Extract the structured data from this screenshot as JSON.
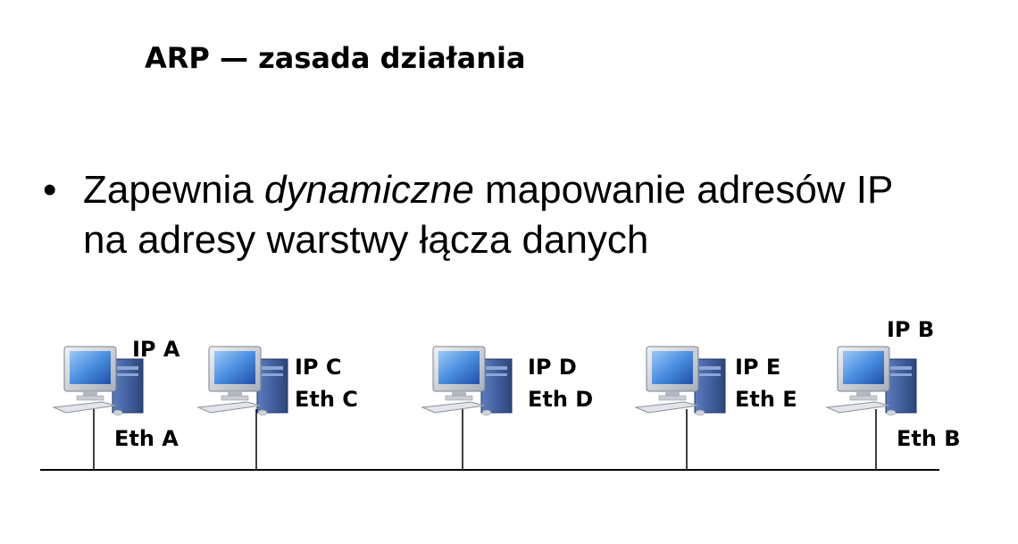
{
  "title": "ARP — zasada działania",
  "bullet": {
    "marker": "•",
    "before": "Zapewnia ",
    "emphasis": "dynamiczne",
    "after": " mapowanie adresów IP",
    "line2": "na adresy warstwy łącza danych"
  },
  "hosts": [
    {
      "ip": "IP A",
      "eth": "Eth A"
    },
    {
      "ip": "IP C",
      "eth": "Eth C"
    },
    {
      "ip": "IP D",
      "eth": "Eth D"
    },
    {
      "ip": "IP E",
      "eth": "Eth E"
    },
    {
      "ip": "IP B",
      "eth": "Eth B"
    }
  ],
  "colors": {
    "screen": "#4a8ee0",
    "monitor": "#d4d8de",
    "tower": "#3d5e9e",
    "line": "#000000"
  }
}
